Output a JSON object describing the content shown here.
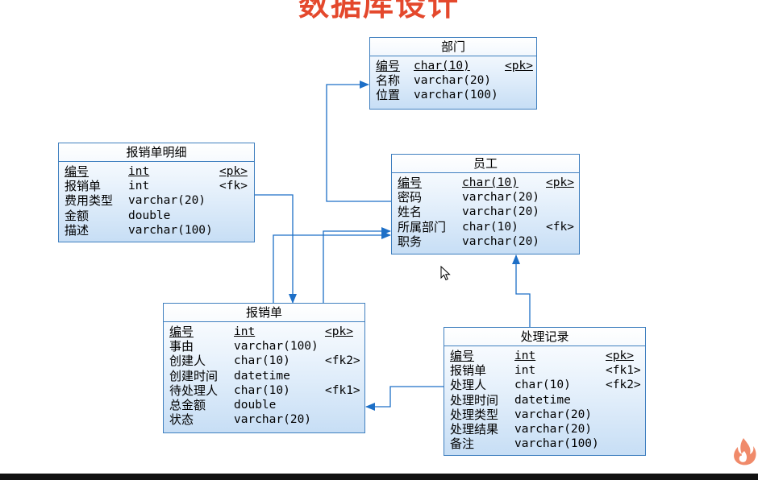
{
  "page": {
    "title": "数据库设计"
  },
  "entities": [
    {
      "id": "dept",
      "name": "部门",
      "columns": [
        {
          "name": "编号",
          "type": "char(10)",
          "key": "<pk>",
          "primary": true
        },
        {
          "name": "名称",
          "type": "varchar(20)",
          "key": "",
          "primary": false
        },
        {
          "name": "位置",
          "type": "varchar(100)",
          "key": "",
          "primary": false
        }
      ]
    },
    {
      "id": "claim_detail",
      "name": "报销单明细",
      "columns": [
        {
          "name": "编号",
          "type": "int",
          "key": "<pk>",
          "primary": true
        },
        {
          "name": "报销单",
          "type": "int",
          "key": "<fk>",
          "primary": false
        },
        {
          "name": "费用类型",
          "type": "varchar(20)",
          "key": "",
          "primary": false
        },
        {
          "name": "金额",
          "type": "double",
          "key": "",
          "primary": false
        },
        {
          "name": "描述",
          "type": "varchar(100)",
          "key": "",
          "primary": false
        }
      ]
    },
    {
      "id": "employee",
      "name": "员工",
      "columns": [
        {
          "name": "编号",
          "type": "char(10)",
          "key": "<pk>",
          "primary": true
        },
        {
          "name": "密码",
          "type": "varchar(20)",
          "key": "",
          "primary": false
        },
        {
          "name": "姓名",
          "type": "varchar(20)",
          "key": "",
          "primary": false
        },
        {
          "name": "所属部门",
          "type": "char(10)",
          "key": "<fk>",
          "primary": false
        },
        {
          "name": "职务",
          "type": "varchar(20)",
          "key": "",
          "primary": false
        }
      ]
    },
    {
      "id": "claim",
      "name": "报销单",
      "columns": [
        {
          "name": "编号",
          "type": "int",
          "key": "<pk>",
          "primary": true
        },
        {
          "name": "事由",
          "type": "varchar(100)",
          "key": "",
          "primary": false
        },
        {
          "name": "创建人",
          "type": "char(10)",
          "key": "<fk2>",
          "primary": false
        },
        {
          "name": "创建时间",
          "type": "datetime",
          "key": "",
          "primary": false
        },
        {
          "name": "待处理人",
          "type": "char(10)",
          "key": "<fk1>",
          "primary": false
        },
        {
          "name": "总金额",
          "type": "double",
          "key": "",
          "primary": false
        },
        {
          "name": "状态",
          "type": "varchar(20)",
          "key": "",
          "primary": false
        }
      ]
    },
    {
      "id": "process_record",
      "name": "处理记录",
      "columns": [
        {
          "name": "编号",
          "type": "int",
          "key": "<pk>",
          "primary": true
        },
        {
          "name": "报销单",
          "type": "int",
          "key": "<fk1>",
          "primary": false
        },
        {
          "name": "处理人",
          "type": "char(10)",
          "key": "<fk2>",
          "primary": false
        },
        {
          "name": "处理时间",
          "type": "datetime",
          "key": "",
          "primary": false
        },
        {
          "name": "处理类型",
          "type": "varchar(20)",
          "key": "",
          "primary": false
        },
        {
          "name": "处理结果",
          "type": "varchar(20)",
          "key": "",
          "primary": false
        },
        {
          "name": "备注",
          "type": "varchar(100)",
          "key": "",
          "primary": false
        }
      ]
    }
  ],
  "relationships": [
    {
      "from": "employee",
      "to": "dept"
    },
    {
      "from": "claim_detail",
      "to": "claim"
    },
    {
      "from": "claim",
      "to": "employee"
    },
    {
      "from": "process_record",
      "to": "employee"
    },
    {
      "from": "process_record",
      "to": "claim"
    }
  ],
  "colors": {
    "title": "#e4482c",
    "border": "#3f7fbf",
    "arrow": "#1d6fc7"
  }
}
